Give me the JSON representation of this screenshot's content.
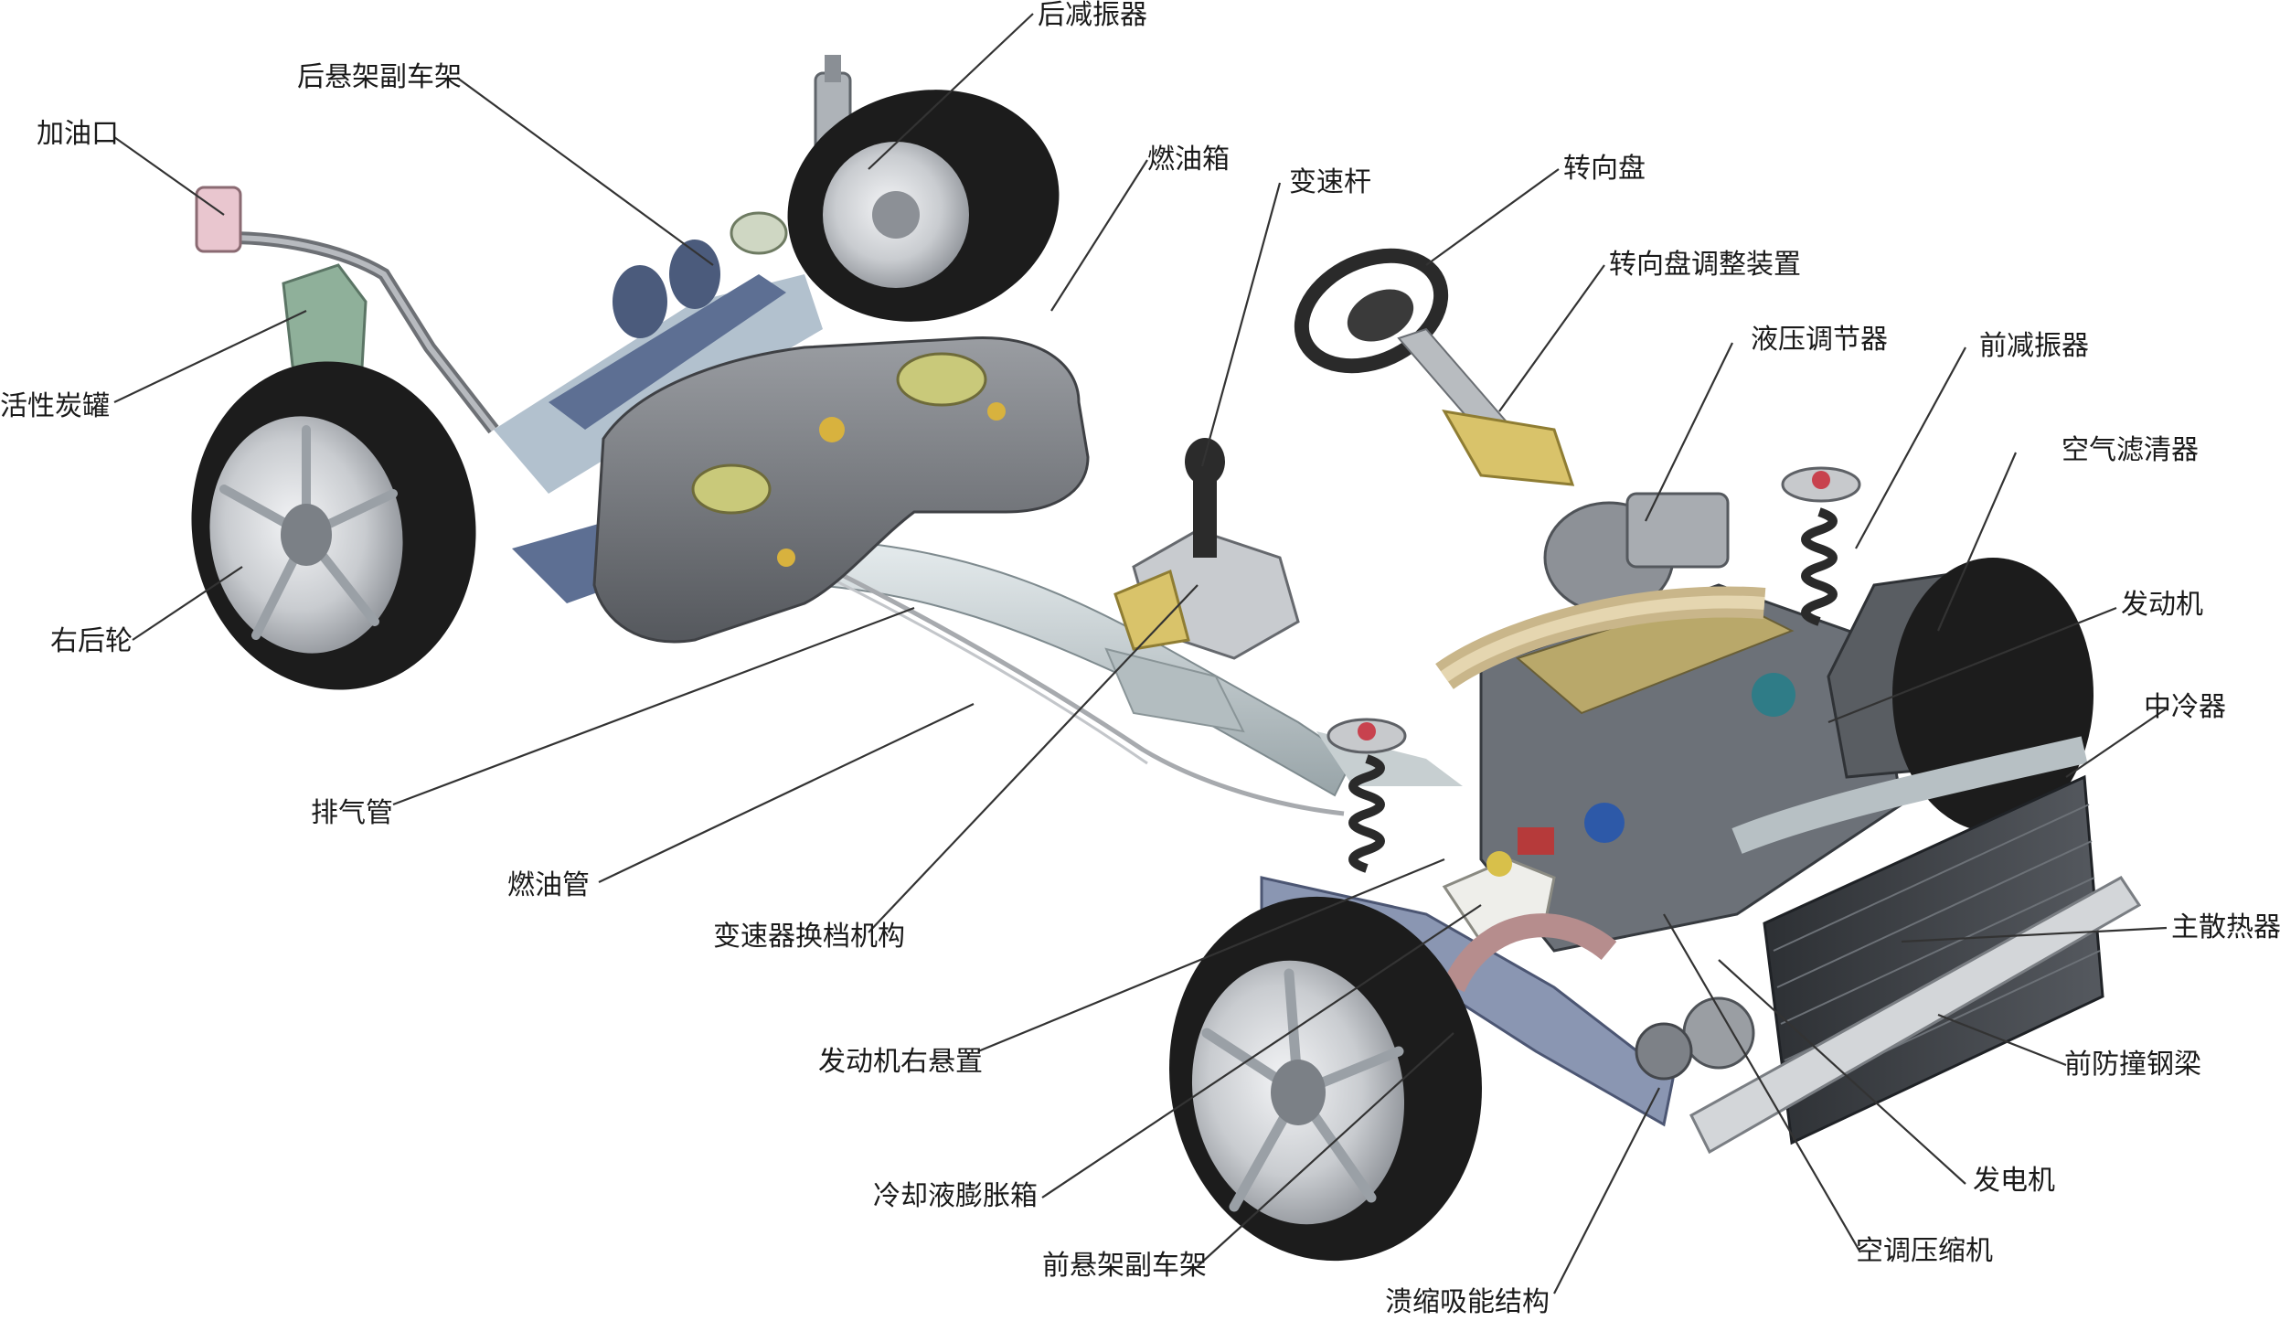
{
  "labels": {
    "fuel_filler": "加油口",
    "rear_subframe": "后悬架副车架",
    "rear_shock": "后减振器",
    "fuel_tank": "燃油箱",
    "gear_lever": "变速杆",
    "steering_wheel": "转向盘",
    "steering_adjust": "转向盘调整装置",
    "hydraulic_regulator": "液压调节器",
    "front_shock": "前减振器",
    "air_filter": "空气滤清器",
    "engine": "发动机",
    "intercooler": "中冷器",
    "radiator": "主散热器",
    "front_bumper_beam": "前防撞钢梁",
    "alternator": "发电机",
    "ac_compressor": "空调压缩机",
    "crumple_structure": "溃缩吸能结构",
    "front_subframe": "前悬架副车架",
    "coolant_tank": "冷却液膨胀箱",
    "engine_mount": "发动机右悬置",
    "shift_mechanism": "变速器换档机构",
    "fuel_line": "燃油管",
    "exhaust_pipe": "排气管",
    "rear_right_wheel": "右后轮",
    "charcoal_canister": "活性炭罐"
  },
  "colors": {
    "tire": "#1c1c1c",
    "rim": "#c9ccd0",
    "tank": "#6e7176",
    "frame_blue": "#5d6f93",
    "exhaust": "#b8c2c5",
    "radiator": "#3a3d42",
    "bracket_yellow": "#d9c36a",
    "leader_line": "#333333"
  }
}
